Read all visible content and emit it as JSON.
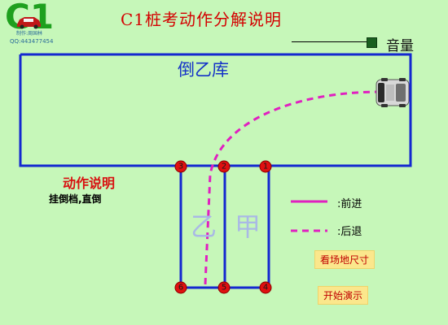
{
  "title": "C1桩考动作分解说明",
  "logo": {
    "text": "C1",
    "subtext": "制作:周国林",
    "qq": "QQ:443477454"
  },
  "volume": {
    "label": "音量"
  },
  "garage": {
    "label": "倒乙库"
  },
  "explanation": {
    "title": "动作说明",
    "text": "挂倒档,直倒"
  },
  "zones": {
    "yi": "乙",
    "jia": "甲"
  },
  "legend": {
    "forward": ":前进",
    "back": ":后退",
    "forward_color": "#e020c0",
    "back_color": "#e020c0"
  },
  "buttons": {
    "view_size": "看场地尺寸",
    "start_demo": "开始演示"
  },
  "poles": [
    "1",
    "2",
    "3",
    "4",
    "5",
    "6"
  ],
  "colors": {
    "background": "#c6f7b9",
    "track": "#1428d0",
    "pole": "#e01010",
    "title": "#d40000"
  }
}
